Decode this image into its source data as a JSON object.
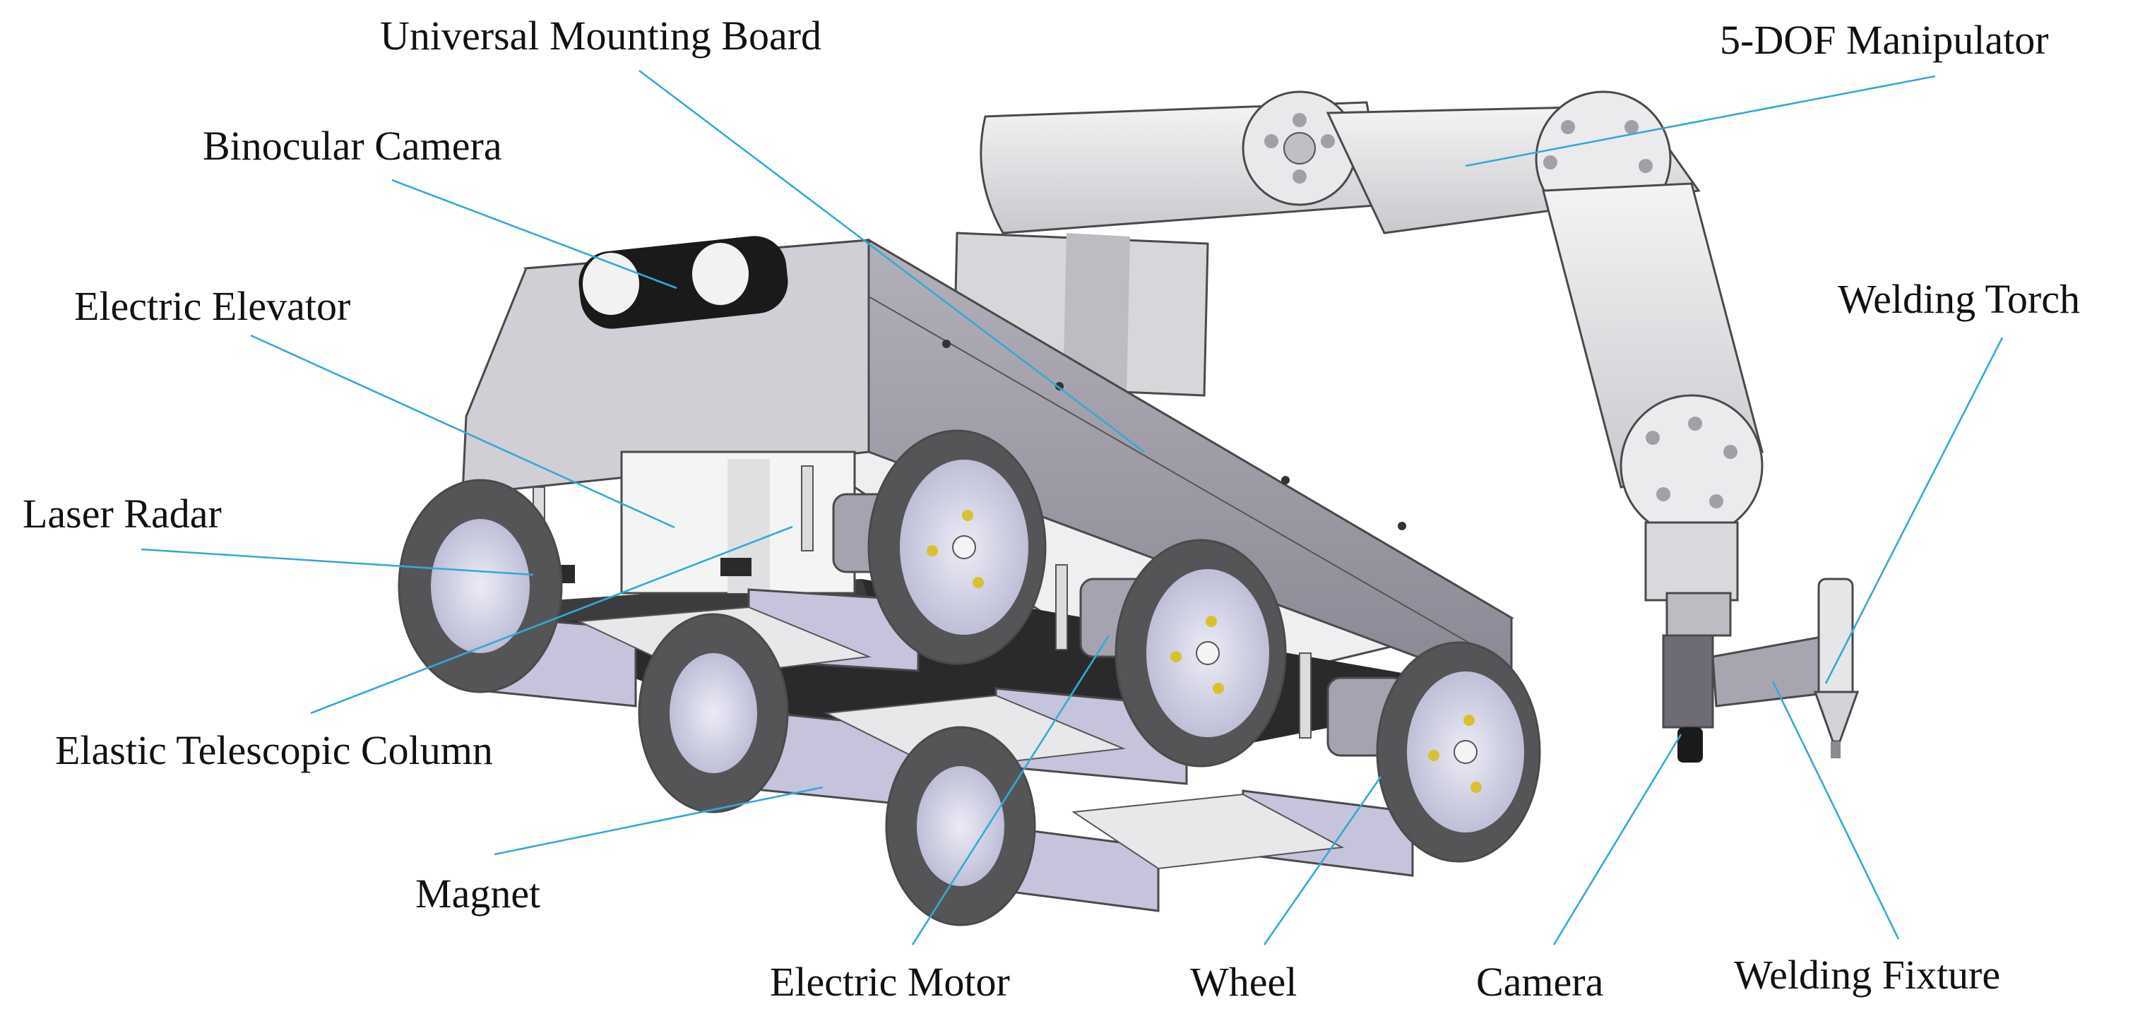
{
  "figure": {
    "labels": {
      "universal_mounting_board": "Universal Mounting Board",
      "manipulator": "5-DOF Manipulator",
      "binocular_camera": "Binocular Camera",
      "electric_elevator": "Electric Elevator",
      "welding_torch": "Welding Torch",
      "laser_radar": "Laser Radar",
      "elastic_telescopic_column": "Elastic Telescopic Column",
      "magnet": "Magnet",
      "electric_motor": "Electric Motor",
      "wheel": "Wheel",
      "camera": "Camera",
      "welding_fixture": "Welding Fixture"
    },
    "colors": {
      "leader_line": "#35a9d6",
      "body_top": "#f0f0f2",
      "body_side": "#9c98a4",
      "body_front": "#cfcdd3",
      "tire": "#555558",
      "hub": "#d8d8ea",
      "arm": "#e6e6e8",
      "magnet": "#c4c2dc",
      "camera_housing": "#1a1a1a"
    }
  }
}
